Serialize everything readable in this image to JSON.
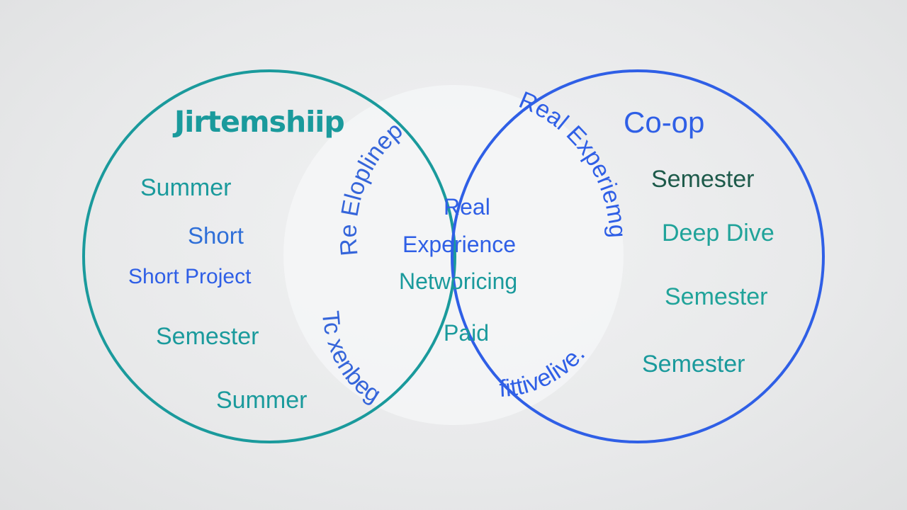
{
  "colors": {
    "teal": "#1a9a9c",
    "blue": "#2f5fe6",
    "dark_green": "#1d5a4a",
    "teal_text": "#20a39a",
    "blue_text": "#3565da",
    "overlap_fill": "#f4f5f6"
  },
  "left_set": {
    "title": "Jirtemshiip",
    "items": [
      "Summer",
      "Short",
      "Short Project",
      "Semester",
      "Summer"
    ]
  },
  "right_set": {
    "title": "Co-op",
    "items": [
      "Semester",
      "Deep Dive",
      "Semester",
      "Semester"
    ]
  },
  "overlap": {
    "items": [
      "Real",
      "Experience",
      "Networicing",
      "Paid"
    ],
    "arc_labels": {
      "upper_left": "Re Eloplinep",
      "upper_right": "Real Experiemg",
      "lower_left": "Tc xenbeg",
      "lower_right": "fittivelive."
    }
  }
}
